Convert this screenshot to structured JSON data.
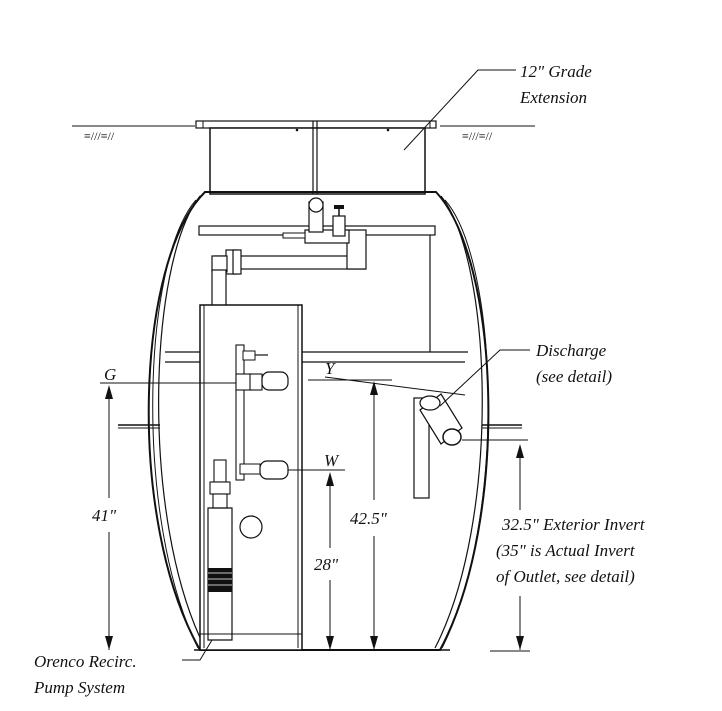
{
  "labels": {
    "grade_extension_line1": "12\" Grade",
    "grade_extension_line2": "Extension",
    "discharge_line1": "Discharge",
    "discharge_line2": "(see detail)",
    "level_g": "G",
    "level_y": "Y",
    "level_w": "W",
    "dim_41": "41\"",
    "dim_42_5": "42.5\"",
    "dim_28": "28\"",
    "invert_line1": "32.5\" Exterior Invert",
    "invert_line2": "(35\" is Actual Invert",
    "invert_line3": "of Outlet, see detail)",
    "pump_line1": "Orenco Recirc.",
    "pump_line2": "Pump System"
  },
  "colors": {
    "line": "#111111",
    "background": "#ffffff"
  }
}
